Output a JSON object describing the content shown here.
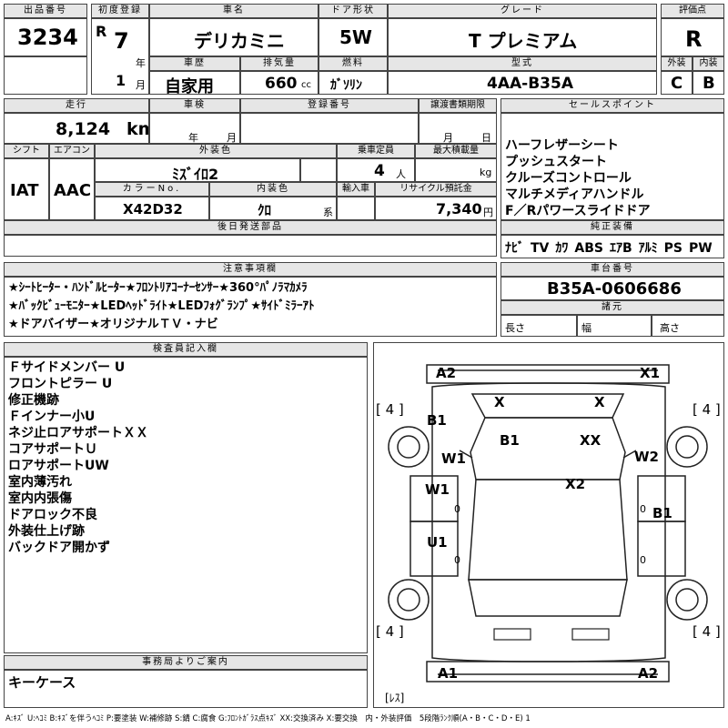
{
  "header": {
    "lot_no_label": "出品番号",
    "lot_no": "3234",
    "first_reg_label": "初度登録",
    "era": "R",
    "year": "7",
    "year_unit": "年",
    "month": "1",
    "month_unit": "月",
    "car_name_label": "車名",
    "car_name": "デリカミニ",
    "door_label": "ドア形状",
    "door": "5W",
    "grade_label": "グレード",
    "grade": "T プレミアム",
    "score_label": "評価点",
    "score": "R",
    "history_label": "車歴",
    "history": "自家用",
    "displacement_label": "排気量",
    "displacement": "660",
    "displacement_unit": "cc",
    "fuel_label": "燃料",
    "fuel": "ｶﾞｿﾘﾝ",
    "model_label": "型式",
    "model": "4AA-B35A",
    "exterior_label": "外装",
    "exterior_grade": "C",
    "interior_label": "内装",
    "interior_grade": "B"
  },
  "row2": {
    "mileage_label": "走行",
    "mileage": "8,124",
    "mileage_unit": "km",
    "inspection_label": "車検",
    "inspection_year_unit": "年",
    "inspection_month_unit": "月",
    "reg_no_label": "登録番号",
    "transfer_label": "譲渡書類期限",
    "transfer_month_unit": "月",
    "transfer_day_unit": "日",
    "shift_label": "シフト",
    "shift": "IAT",
    "ac_label": "エアコン",
    "ac": "AAC",
    "ext_color_label": "外装色",
    "ext_color": "ﾐｽﾞｲﾛ2",
    "color_no_label": "カラーNo.",
    "color_no": "X42D32",
    "int_color_label": "内装色",
    "int_color": "ｸﾛ",
    "int_color_suffix": "系",
    "capacity_label": "乗車定員",
    "capacity": "4",
    "capacity_unit": "人",
    "max_load_label": "最大積載量",
    "max_load_unit": "kg",
    "import_label": "輸入車",
    "recycle_label": "リサイクル預託金",
    "recycle": "7,340",
    "recycle_unit": "円",
    "later_parts_label": "後日発送部品"
  },
  "sales_points": {
    "label": "セールスポイント",
    "items": [
      "ハーフレザーシート",
      "プッシュスタート",
      "クルーズコントロール",
      "マルチメディアハンドル",
      "F／Rパワースライドドア"
    ]
  },
  "equipment": {
    "label": "純正装備",
    "items": [
      "ﾅﾋﾞ",
      "TV",
      "ｶﾜ",
      "ABS",
      "ｴｱB",
      "ｱﾙﾐ",
      "PS",
      "PW"
    ]
  },
  "notes": {
    "label": "注意事項欄",
    "lines": [
      "★ｼｰﾄﾋｰﾀｰ・ﾊﾝﾄﾞﾙﾋｰﾀｰ★ﾌﾛﾝﾄﾘｱｺｰﾅｰｾﾝｻｰ★360°ﾊﾟﾉﾗﾏｶﾒﾗ",
      "★ﾊﾞｯｸﾋﾞｭｰﾓﾆﾀｰ★LEDﾍｯﾄﾞﾗｲﾄ★LEDﾌｫｸﾞﾗﾝﾌﾟ★ｻｲﾄﾞﾐﾗｰｱﾄ",
      "★ドアバイザー★オリジナルＴＶ・ナビ"
    ]
  },
  "chassis": {
    "label": "車台番号",
    "number": "B35A-0606686",
    "dims_label": "諸元",
    "length_label": "長さ",
    "width_label": "幅",
    "height_label": "高さ"
  },
  "inspector": {
    "label": "検査員記入欄",
    "lines": [
      "Ｆサイドメンバー U",
      "フロントピラー U",
      "修正機跡",
      "Ｆインナー小U",
      "ネジ止ロアサポートＸＸ",
      "コアサポートＵ",
      "ロアサポートUW",
      "室内薄汚れ",
      "室内内張傷",
      "ドアロック不良",
      "外装仕上げ跡",
      "バックドア開かず"
    ]
  },
  "office": {
    "label": "事務局よりご案内",
    "text": "キーケース"
  },
  "diagram": {
    "marks": {
      "a2_front": "A2",
      "x1": "X1",
      "tire_fl": "[ 4 ]",
      "tire_fr": "[ 4 ]",
      "tire_rl": "[ 4 ]",
      "tire_rr": "[ 4 ]",
      "x_left": "X",
      "x_right": "X",
      "b1_left": "B1",
      "w1_fender": "W1",
      "b1_hood": "B1",
      "xx_hood": "XX",
      "w2": "W2",
      "x2": "X2",
      "w1_door": "W1",
      "b1_door": "B1",
      "u1": "U1",
      "a1_rear": "A1",
      "a2_rear": "A2",
      "zero_1": "0",
      "zero_2": "0",
      "zero_3": "0",
      "zero_4": "0"
    },
    "less_label": "[ﾚｽ]"
  },
  "legend": "A:ｷｽﾞ U:ﾍｺﾐ B:ｷｽﾞを伴うﾍｺﾐ P:要塗装 W:補修跡 S:錆 C:腐食 G:ﾌﾛﾝﾄｶﾞﾗｽ点ｷｽﾞ XX:交換済み X:要交換　内・外装評価　5段階ﾗﾝｸ順(A・B・C・D・E) 1"
}
